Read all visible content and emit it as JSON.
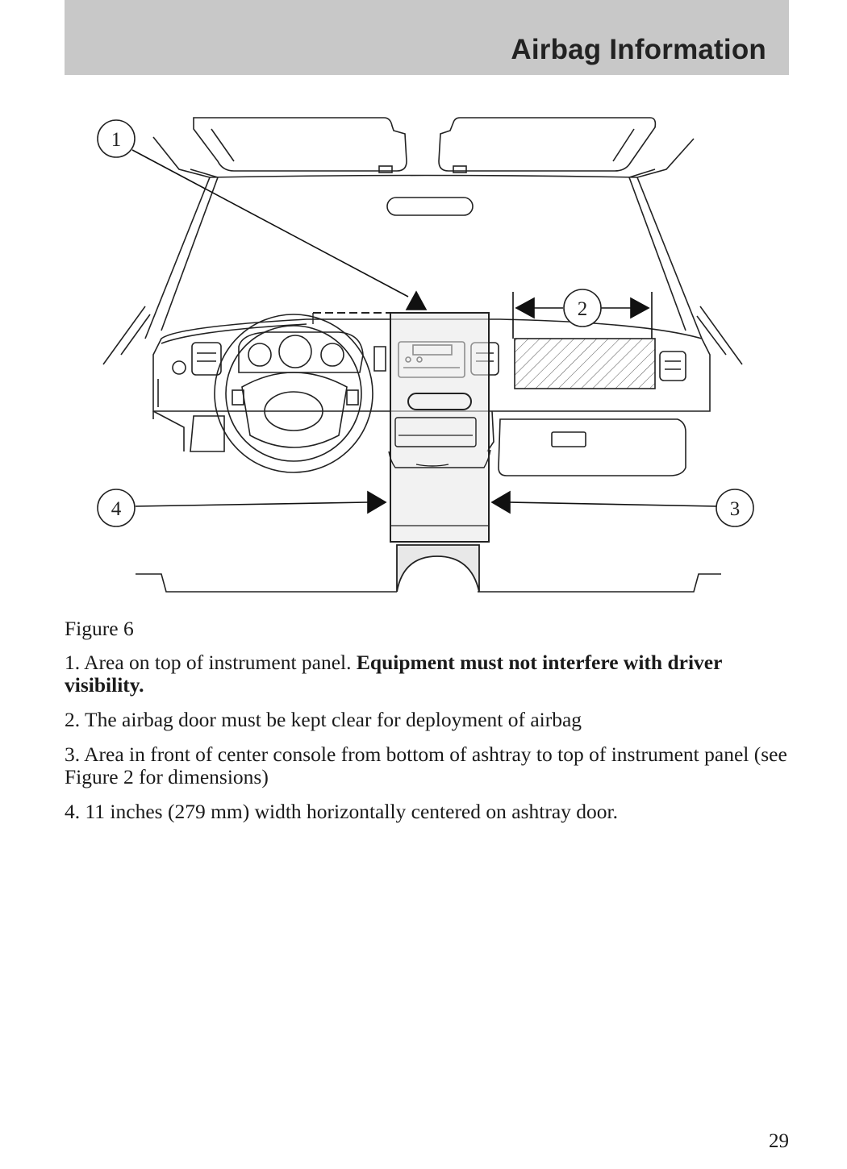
{
  "header": {
    "title": "Airbag Information"
  },
  "figure": {
    "callouts": {
      "c1": "1",
      "c2": "2",
      "c3": "3",
      "c4": "4"
    }
  },
  "caption": "Figure 6",
  "items": {
    "i1": {
      "text": "1. Area on top of instrument panel. ",
      "bold": "Equipment must not interfere with driver visibility."
    },
    "i2": "2. The airbag door must be kept clear for deployment of airbag",
    "i3": "3. Area in front of center console from bottom of ashtray to top of instrument panel (see Figure 2 for dimensions)",
    "i4": "4. 11 inches (279 mm) width horizontally centered on ashtray door."
  },
  "page_number": "29"
}
